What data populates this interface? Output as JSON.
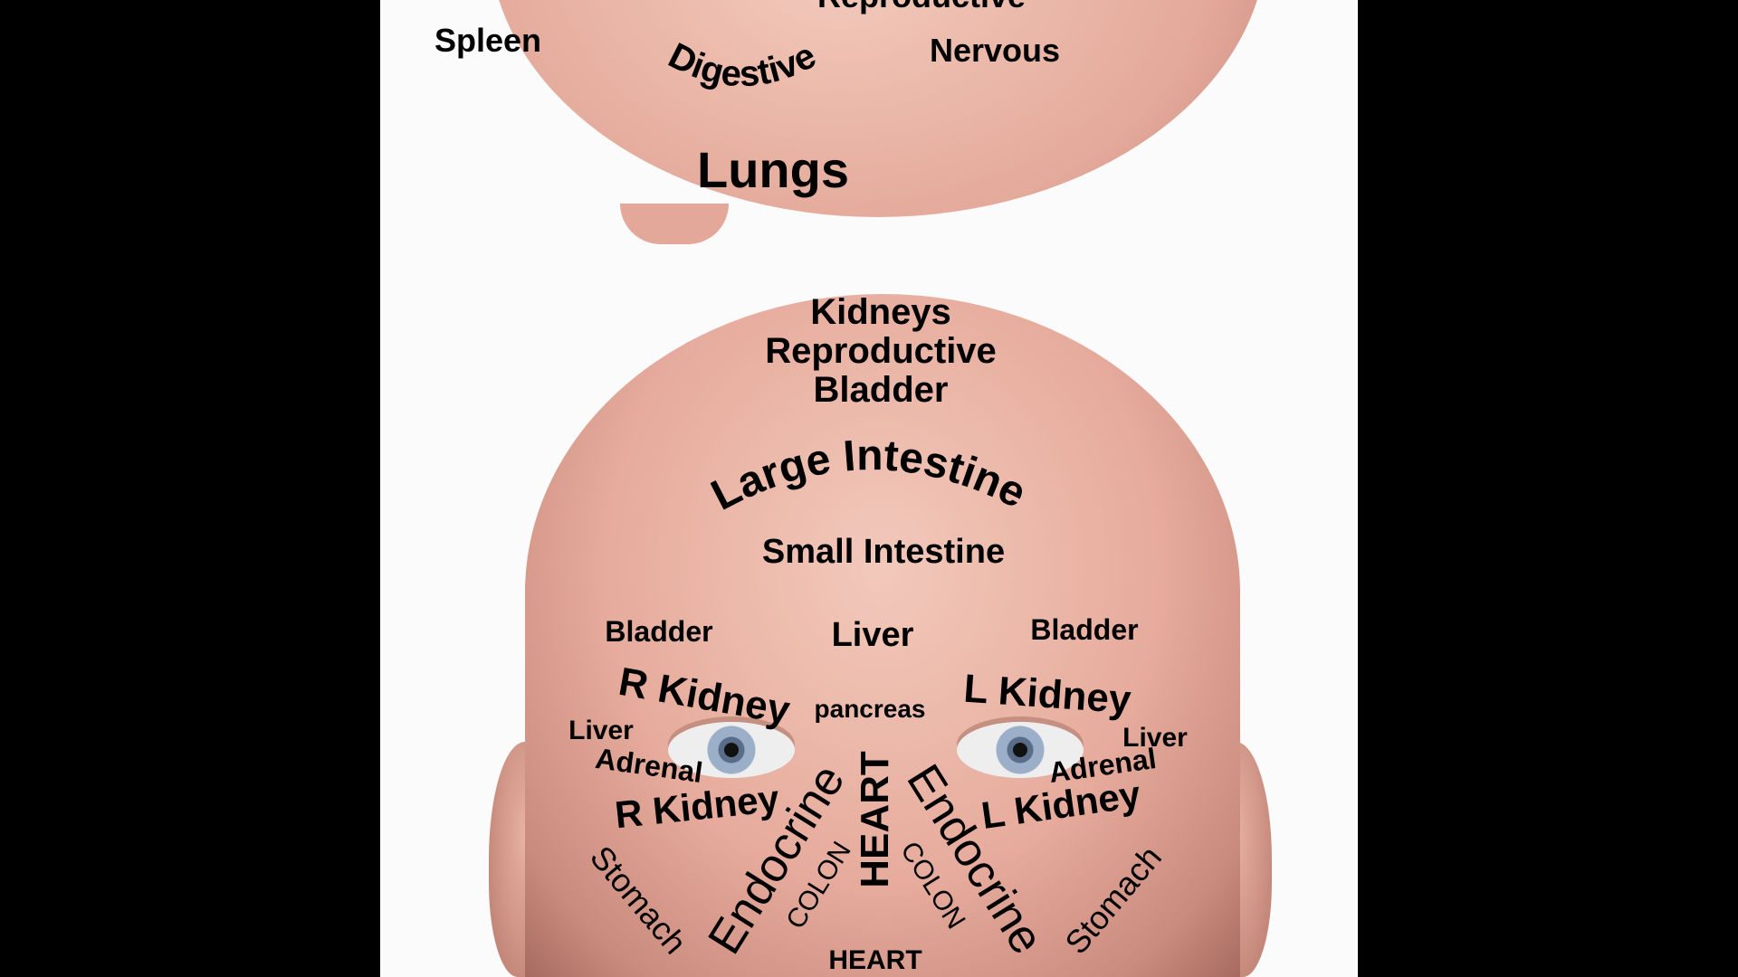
{
  "top_view": {
    "reproductive": "Reproductive",
    "spleen": "Spleen",
    "digestive": "Digestive",
    "nervous": "Nervous",
    "lungs": "Lungs"
  },
  "face": {
    "kidneys": "Kidneys",
    "reproductive": "Reproductive",
    "bladder_top": "Bladder",
    "large_intestine": "Large Intestine",
    "small_intestine": "Small Intestine",
    "bladder_left": "Bladder",
    "liver_center": "Liver",
    "bladder_right": "Bladder",
    "r_kidney_upper": "R Kidney",
    "pancreas": "pancreas",
    "l_kidney_upper": "L Kidney",
    "liver_left": "Liver",
    "liver_right": "Liver",
    "adrenal_left": "Adrenal",
    "adrenal_right": "Adrenal",
    "r_kidney_lower": "R Kidney",
    "l_kidney_lower": "L Kidney",
    "stomach_left": "Stomach",
    "stomach_right": "Stomach",
    "endocrine_left": "Endocrine",
    "endocrine_right": "Endocrine",
    "heart_nose": "HEART",
    "colon_left": "COLON",
    "colon_right": "COLON",
    "heart_bottom": "HEART"
  }
}
